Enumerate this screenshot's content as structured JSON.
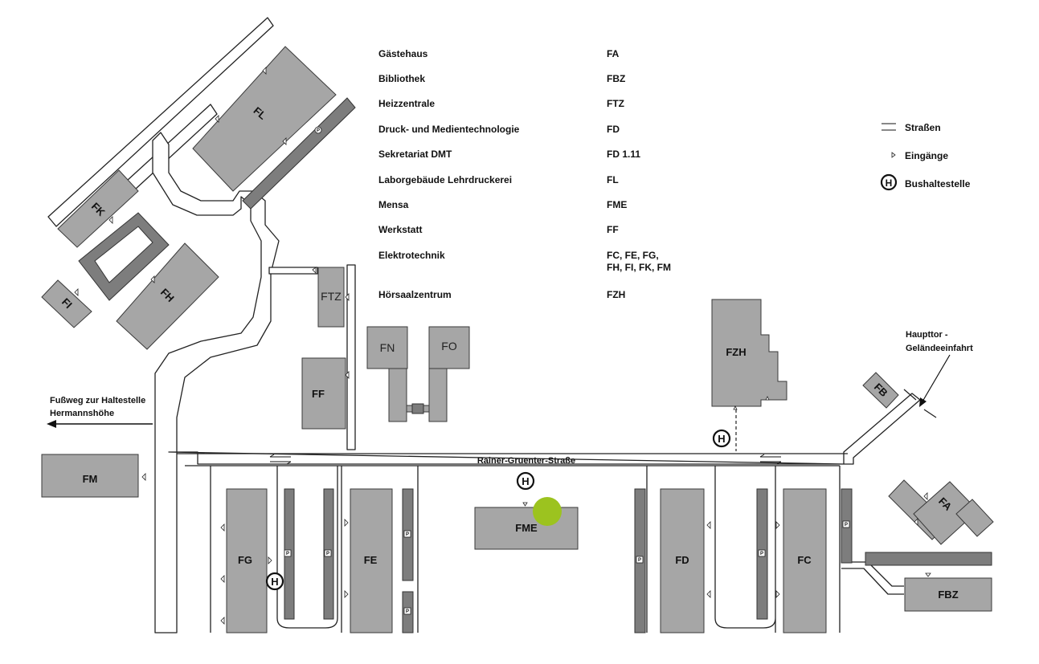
{
  "legend_table": [
    {
      "name": "Gästehaus",
      "code": "FA"
    },
    {
      "name": "Bibliothek",
      "code": "FBZ"
    },
    {
      "name": "Heizzentrale",
      "code": "FTZ"
    },
    {
      "name": "Druck- und Medientechnologie",
      "code": "FD"
    },
    {
      "name": "Sekretariat DMT",
      "code": "FD 1.11"
    },
    {
      "name": "Laborgebäude Lehrdruckerei",
      "code": "FL"
    },
    {
      "name": "Mensa",
      "code": "FME"
    },
    {
      "name": "Werkstatt",
      "code": "FF"
    },
    {
      "name": "Elektrotechnik",
      "code": "FC, FE, FG,",
      "code2": "FH, FI, FK, FM"
    },
    {
      "name": "Hörsaalzentrum",
      "code": "FZH"
    }
  ],
  "key": {
    "roads": "Straßen",
    "entrances": "Eingänge",
    "bus_stop": "Bushaltestelle",
    "bus_symbol": "H"
  },
  "annotations": {
    "street": "Rainer-Gruenter-Straße",
    "footpath_line1": "Fußweg zur Haltestelle",
    "footpath_line2": "Hermannshöhe",
    "main_gate_line1": "Haupttor -",
    "main_gate_line2": "Geländeeinfahrt"
  },
  "buildings": {
    "FL": "FL",
    "FK": "FK",
    "FH": "FH",
    "FI": "FI",
    "FTZ": "FTZ",
    "FF": "FF",
    "FN": "FN",
    "FO": "FO",
    "FZH": "FZH",
    "FB": "FB",
    "FM": "FM",
    "FG": "FG",
    "FE": "FE",
    "FME": "FME",
    "FD": "FD",
    "FC": "FC",
    "FA": "FA",
    "FBZ": "FBZ"
  },
  "parking_symbol": "P",
  "colors": {
    "building": "#a6a6a6",
    "dark_building": "#7d7d7d",
    "marker": "#9cc31f"
  }
}
